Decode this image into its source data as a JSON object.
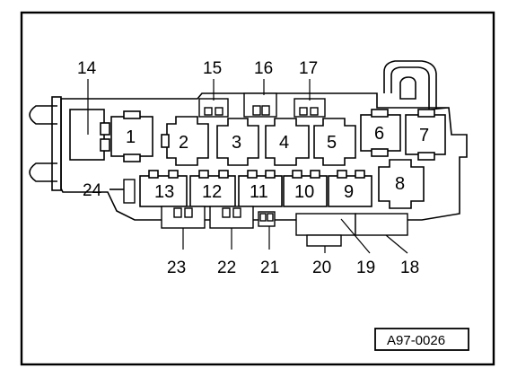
{
  "diagram": {
    "reference_code": "A97-0026",
    "callout_labels": [
      "14",
      "15",
      "16",
      "17",
      "24",
      "23",
      "22",
      "21",
      "20",
      "19",
      "18"
    ],
    "relay_labels": [
      "1",
      "2",
      "3",
      "4",
      "5",
      "6",
      "7",
      "8",
      "9",
      "10",
      "11",
      "12",
      "13"
    ]
  }
}
